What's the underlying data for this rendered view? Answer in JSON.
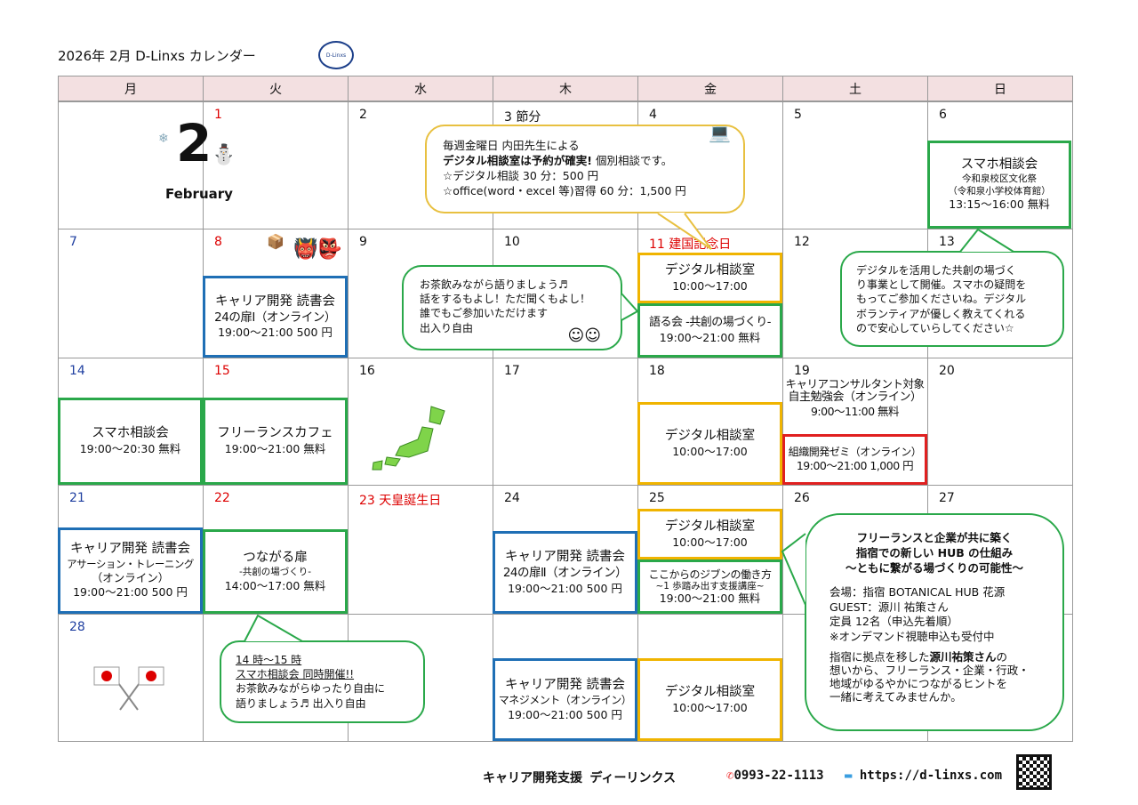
{
  "header": {
    "title": "2026年  2月  D-Linxs カレンダー",
    "logo_text": "D-Linxs"
  },
  "weekdays": [
    "月",
    "火",
    "水",
    "木",
    "金",
    "土",
    "日"
  ],
  "month_graphic": {
    "number": "2",
    "label": "February"
  },
  "days": {
    "d1": "1",
    "d2": "2",
    "d3": "3  節分",
    "d4": "4",
    "d5": "5",
    "d6": "6",
    "d7": "7",
    "d8": "8",
    "d9": "9",
    "d10": "10",
    "d11": "11  建国記念日",
    "d12": "12",
    "d13": "13",
    "d14": "14",
    "d15": "15",
    "d16": "16",
    "d17": "17",
    "d18": "18",
    "d19": "19",
    "d20": "20",
    "d21": "21",
    "d22": "22",
    "d23": "23  天皇誕生日",
    "d24": "24",
    "d25": "25",
    "d26": "26",
    "d27": "27",
    "d28": "28"
  },
  "events": {
    "sun1": [
      "スマホ相談会",
      "今和泉校区文化祭",
      "（令和泉小学校体育館）",
      "13:15〜16:00  無料"
    ],
    "tue3": [
      "キャリア開発  読書会",
      "24の扉Ⅰ（オンライン）",
      "19:00〜21:00  500 円"
    ],
    "fri6a": [
      "デジタル相談室",
      "10:00〜17:00"
    ],
    "fri6b": [
      "語る会 -共創の場づくり-",
      "19:00〜21:00  無料"
    ],
    "mon9": [
      "スマホ相談会",
      "19:00〜20:30  無料"
    ],
    "tue10": [
      "フリーランスカフェ",
      "19:00〜21:00  無料"
    ],
    "fri13": [
      "デジタル相談室",
      "10:00〜17:00"
    ],
    "sat14a": [
      "キャリアコンサルタント対象",
      "自主勉強会（オンライン）",
      "9:00〜11:00  無料"
    ],
    "sat14b": [
      "組織開発ゼミ（オンライン）",
      "19:00〜21:00 1,000 円"
    ],
    "mon16": [
      "キャリア開発  読書会",
      "アサーション・トレーニング",
      "（オンライン）",
      "19:00〜21:00  500 円"
    ],
    "tue17": [
      "つながる扉",
      "-共創の場づくり-",
      "14:00〜17:00  無料"
    ],
    "thu19": [
      "キャリア開発  読書会",
      "24の扉Ⅱ（オンライン）",
      "19:00〜21:00  500 円"
    ],
    "fri20a": [
      "デジタル相談室",
      "10:00〜17:00"
    ],
    "fri20b": [
      "ここからのジブンの働き方",
      "~1 歩踏み出す支援講座~",
      "19:00〜21:00  無料"
    ],
    "thu26": [
      "キャリア開発  読書会",
      "マネジメント（オンライン）",
      "19:00〜21:00  500 円"
    ],
    "fri27": [
      "デジタル相談室",
      "10:00〜17:00"
    ]
  },
  "bubbles": {
    "digital": [
      "毎週金曜日  内田先生による",
      "デジタル相談室は予約が確実!",
      "個別相談です。",
      "☆デジタル相談 30 分：500 円",
      "☆office(word・excel 等)習得 60 分：1,500 円"
    ],
    "sumaho": [
      "デジタルを活用した共創の場づく",
      "り事業として開催。スマホの疑問を",
      "もってご参加くださいね。デジタル",
      "ボランティアが優しく教えてくれる",
      "ので安心していらしてください☆"
    ],
    "tea": [
      "お茶飲みながら語りましょう♬",
      "話をするもよし！ただ聞くもよし！",
      "誰でもご参加いただけます",
      "出入り自由"
    ],
    "feb24": [
      "14 時〜15 時",
      "スマホ相談会  同時開催!!",
      "お茶飲みながらゆったり自由に",
      "語りましょう♬  出入り自由"
    ],
    "hub_title": [
      "フリーランスと企業が共に築く",
      "指宿での新しい HUB の仕組み",
      "〜ともに繋がる場づくりの可能性〜"
    ],
    "hub_info": [
      "会場：指宿 BOTANICAL HUB 花源",
      "GUEST：源川  祐策さん",
      "定員 12名（申込先着順）",
      "※オンデマンド視聴申込も受付中"
    ],
    "hub_body": [
      "指宿に拠点を移した",
      "源川祐策さん",
      "の",
      "想いから、フリーランス・企業・行政・",
      "地域がゆるやかにつながるヒントを",
      "一緒に考えてみませんか。"
    ]
  },
  "footer": {
    "org": "キャリア開発支援  ディーリンクス",
    "phone": "0993-22-1113",
    "url": "https://d-linxs.com"
  },
  "colors": {
    "header_bg": "#f3e0e1",
    "green": "#2aa84a",
    "yellow": "#f0b400",
    "blue": "#1f6fb5",
    "red": "#e02020"
  }
}
